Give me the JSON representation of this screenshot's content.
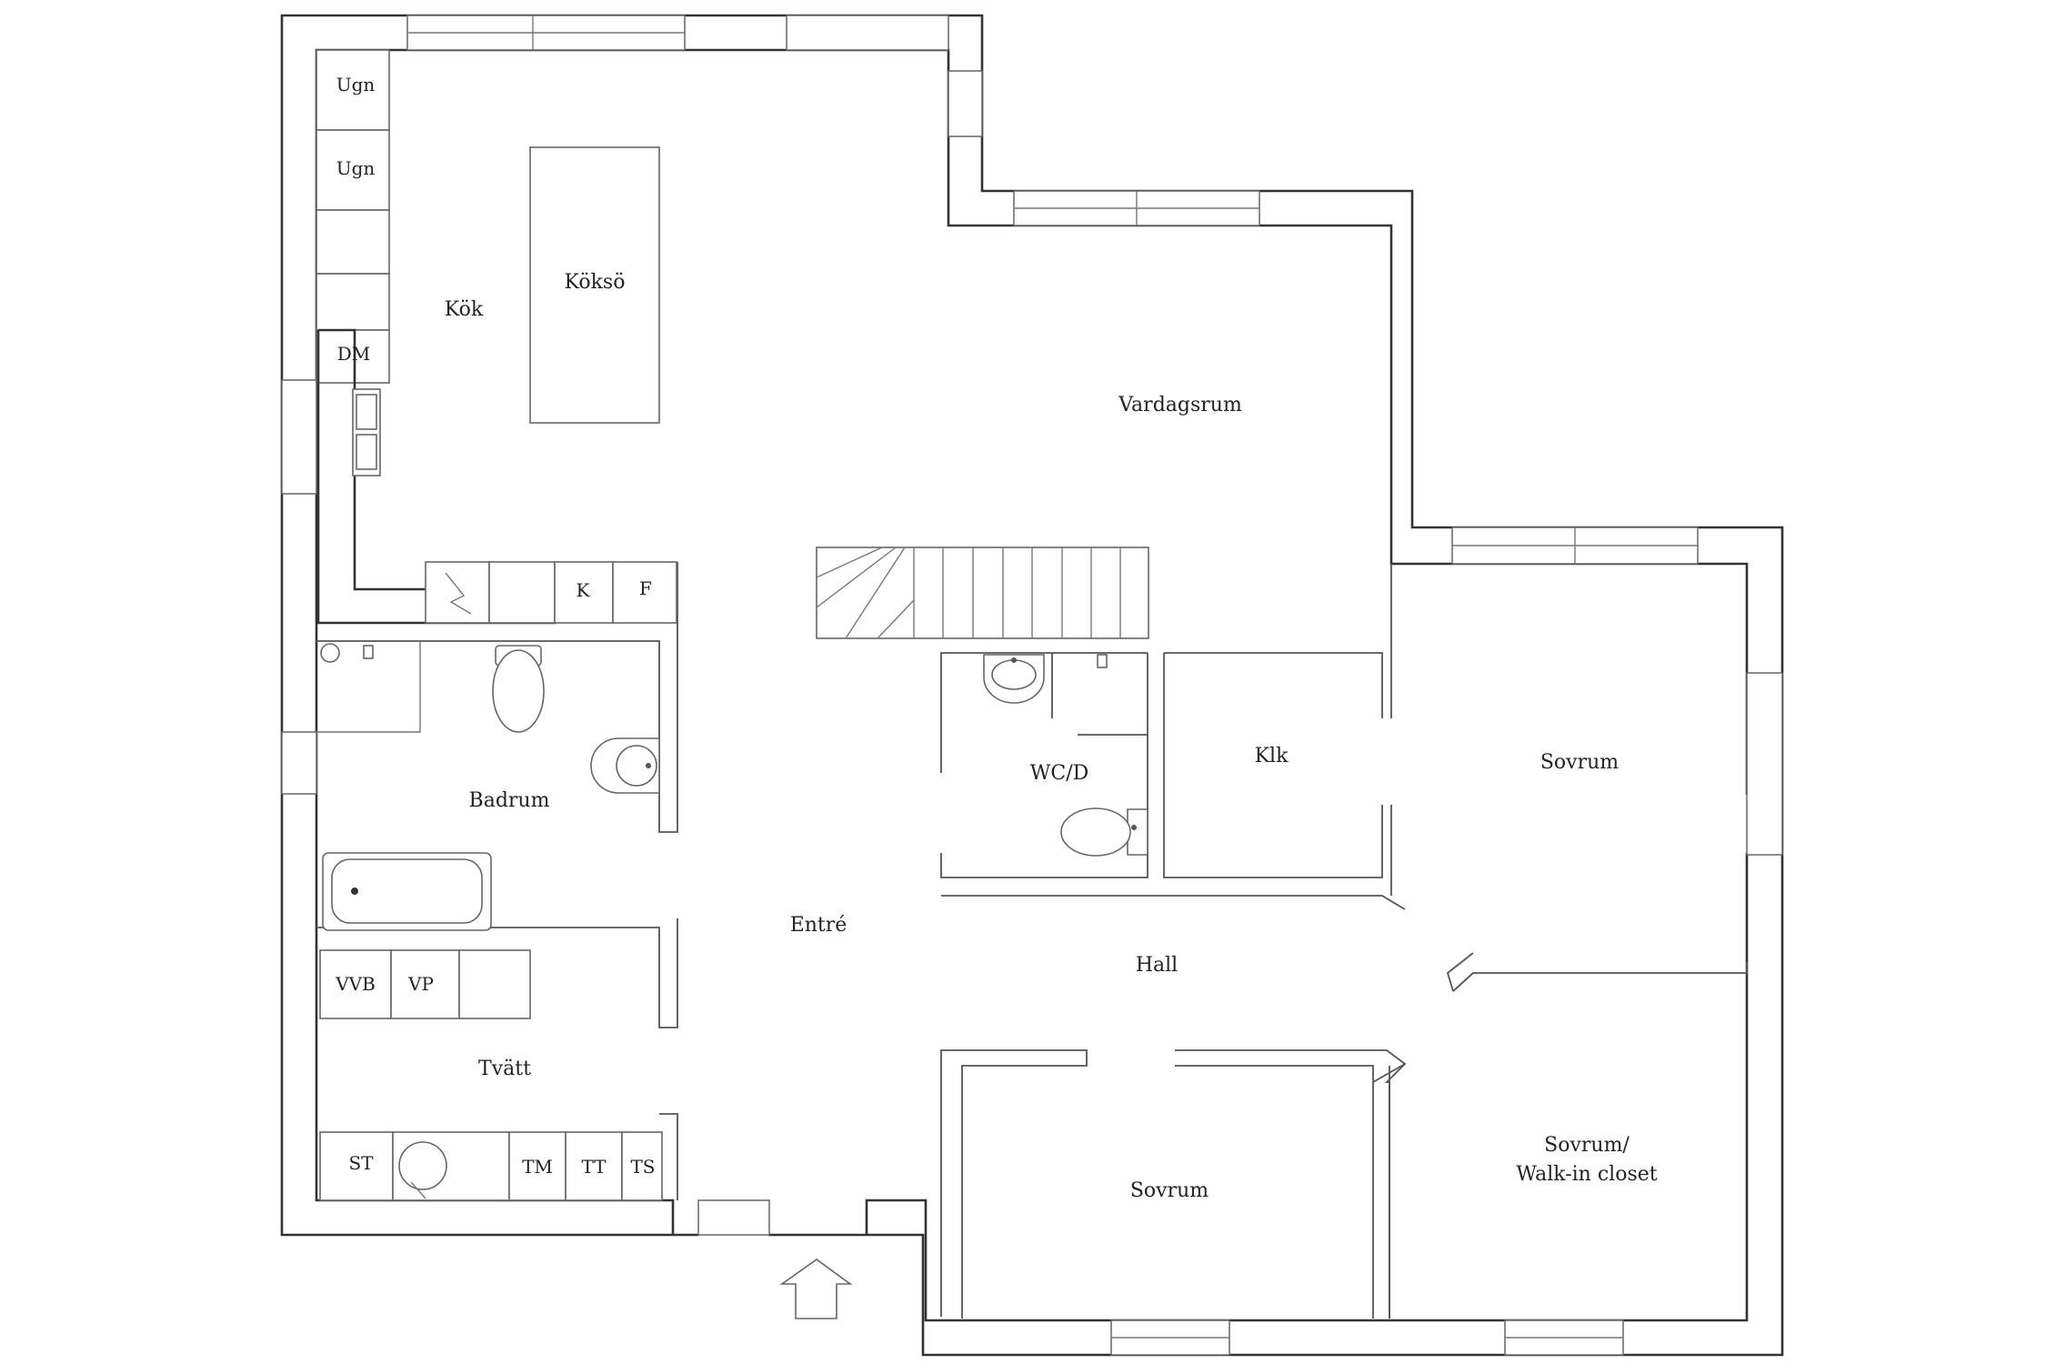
{
  "rooms": {
    "kok": "Kök",
    "kokso": "Köksö",
    "vardagsrum": "Vardagsrum",
    "badrum": "Badrum",
    "entre": "Entré",
    "hall": "Hall",
    "wcd": "WC/D",
    "klk": "Klk",
    "sovrum_east": "Sovrum",
    "sovrum_south": "Sovrum",
    "sovrum_walkin_line1": "Sovrum/",
    "sovrum_walkin_line2": "Walk-in closet",
    "tvatt": "Tvätt"
  },
  "fixtures": {
    "ugn_upper": "Ugn",
    "ugn_lower": "Ugn",
    "dm": "DM",
    "k": "K",
    "f": "F",
    "vvb": "VVB",
    "vp": "VP",
    "st": "ST",
    "tm": "TM",
    "tt": "TT",
    "ts": "TS"
  }
}
